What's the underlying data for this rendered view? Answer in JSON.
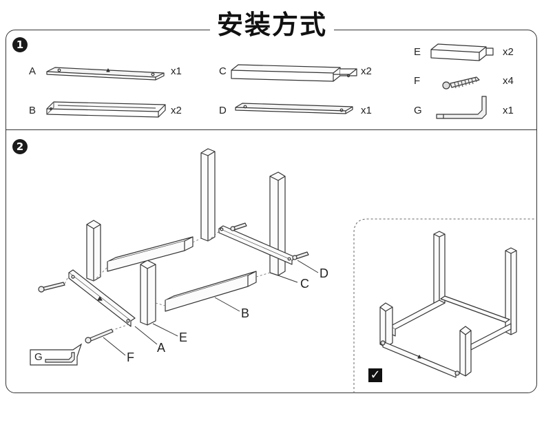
{
  "title": "安装方式",
  "steps": [
    {
      "badge": "1"
    },
    {
      "badge": "2"
    }
  ],
  "parts": [
    {
      "letter": "A",
      "qty": "x1"
    },
    {
      "letter": "B",
      "qty": "x2"
    },
    {
      "letter": "C",
      "qty": "x2"
    },
    {
      "letter": "D",
      "qty": "x1"
    },
    {
      "letter": "E",
      "qty": "x2"
    },
    {
      "letter": "F",
      "qty": "x4"
    },
    {
      "letter": "G",
      "qty": "x1"
    }
  ],
  "assembly_callouts": [
    "A",
    "B",
    "C",
    "D",
    "E",
    "F",
    "G"
  ],
  "check_mark": "✓"
}
